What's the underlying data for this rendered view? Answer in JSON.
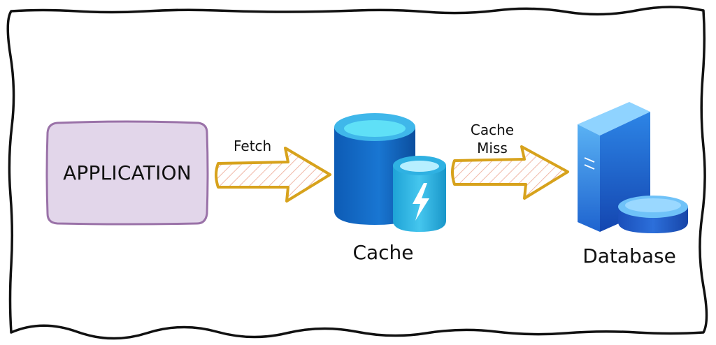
{
  "nodes": {
    "application": {
      "label": "APPLICATION"
    },
    "cache": {
      "label": "Cache"
    },
    "database": {
      "label": "Database"
    }
  },
  "edges": {
    "fetch": {
      "label": "Fetch"
    },
    "cache_miss": {
      "label": "Cache Miss"
    }
  },
  "colors": {
    "frame": "#111111",
    "application_fill": "#e2d6ea",
    "application_border": "#9a72a8",
    "arrow_outline": "#d7a21c",
    "arrow_hatch": "#f0b8a8",
    "cache_dark": "#1565c0",
    "cache_light": "#40c4e8",
    "bolt": "#ffffff",
    "server_blue": "#2f7fe0"
  }
}
